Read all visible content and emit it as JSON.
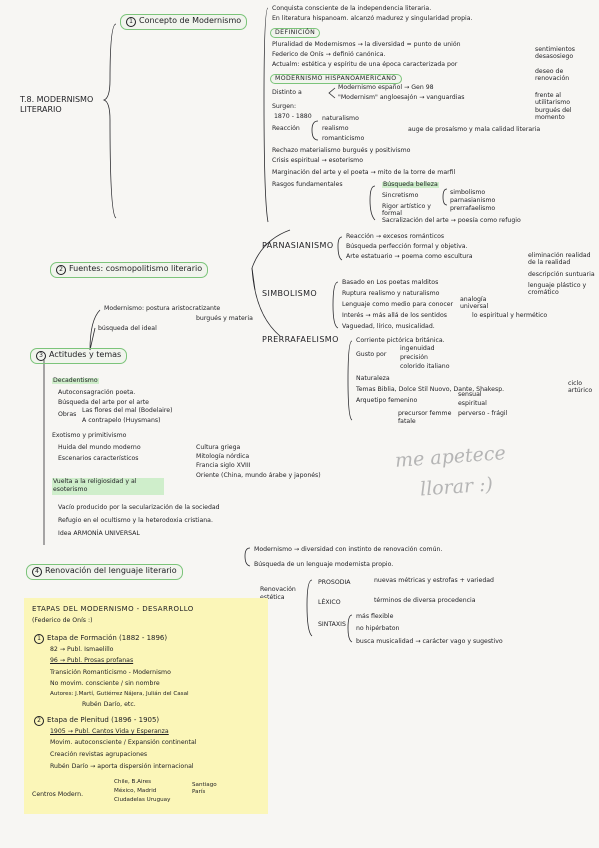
{
  "main_title": "T.8. MODERNISMO LITERARIO",
  "s1": {
    "num": "1",
    "title": "Concepto de Modernismo",
    "b1": "Conquista consciente de la independencia literaria.",
    "b2": "En literatura hispanoam. alcanzó madurez y singularidad propia.",
    "def_label": "DEFINICIÓN",
    "def1": "Pluralidad de Modernismos → la diversidad = punto de unión",
    "def2": "Federico de Onís → definió canónica.",
    "def3": "Actualm: estética y espíritu de una época caracterizada por",
    "side1": "sentimientos desasosiego",
    "side2": "deseo de renovación",
    "side3": "frente al utilitarismo burgués del momento",
    "hisp_label": "MODERNISMO HISPANOAMERICANO",
    "h1": "Distinto a",
    "h1a": "Modernismo español → Gen 98",
    "h1b": "\"Modernism\" angloesajón → vanguardias",
    "h2": "Surgen:",
    "h2b": "1870 - 1880",
    "h3a": "naturalismo",
    "h3b": "realismo",
    "h3c": "romanticismo",
    "h3": "Reacción",
    "h3d": "auge de prosaísmo y mala calidad literaria",
    "h4": "Rechazo materialismo burgués y positivismo",
    "h5": "Crisis espiritual → esoterismo",
    "h6": "Marginación del arte y el poeta → mito de la torre de marfil",
    "rasgos": "Rasgos fundamentales",
    "r1": "Búsqueda belleza",
    "r2": "Sincretismo",
    "r2a": "simbolismo",
    "r2b": "parnasianismo",
    "r2c": "prerrafaelismo",
    "r3": "Rigor artístico y formal",
    "r4": "Sacralización del arte → poesía como refugio"
  },
  "s2": {
    "num": "2",
    "title": "Fuentes: cosmopolitismo literario",
    "parn": "PARNASIANISMO",
    "p1": "Reacción → excesos románticos",
    "p2": "Búsqueda perfección formal y objetiva.",
    "p3": "Arte estatuario → poema como escultura",
    "p3a": "eliminación realidad de la realidad",
    "p3b": "descripción suntuaria",
    "p3c": "lenguaje plástico y cromático",
    "simb": "SIMBOLISMO",
    "sb1": "Basado en Los poetas malditos",
    "sb2": "Ruptura realismo y naturalismo",
    "sb3": "Lenguaje como medio para conocer",
    "sb3a": "analogía universal",
    "sb4": "Interés → más allá de los sentidos",
    "sb4a": "lo espiritual y hermético",
    "sb5": "Vaguedad, lírico, musicalidad.",
    "prerr": "PRERRAFAELISMO",
    "pr1": "Corriente pictórica británica.",
    "pr2": "Gusto por",
    "pr2a": "ingenuidad",
    "pr2b": "precisión",
    "pr2c": "colorido italiano",
    "pr3": "Naturaleza",
    "pr4": "Temas Biblia, Dolce Stil Nuovo, Dante, Shakesp.",
    "pr4a": "ciclo artúrico",
    "pr5": "Arquetipo femenino",
    "pr5a": "sensual",
    "pr5b": "espiritual",
    "pr5c": "perverso - frágil",
    "pr5d": "precursor femme fatale"
  },
  "s3": {
    "num": "3",
    "title": "Actitudes y temas",
    "m1": "Modernismo: postura aristocratizante",
    "m1b": "burgués y materia",
    "m2": "búsqueda del ideal",
    "dec": "Decadentismo",
    "d1": "Autoconsagración poeta.",
    "d2": "Búsqueda del arte por el arte",
    "d3": "Obras",
    "d3a": "Las flores del mal (Bodelaire)",
    "d3b": "A contrapelo (Huysmans)",
    "exo": "Exotismo y primitivismo",
    "e1": "Huida del mundo moderno",
    "e2": "Escenarios característicos",
    "e2a": "Cultura griega",
    "e2b": "Mitología nórdica",
    "e2c": "Francia siglo XVIII",
    "e2d": "Oriente (China, mundo árabe y japonés)",
    "vuelta": "Vuelta a la religiosidad y al esoterismo",
    "v1": "Vacío producido por la secularización de la sociedad",
    "v2": "Refugio en el ocultismo y la heterodoxia cristiana.",
    "v3": "Idea ARMONÍA UNIVERSAL"
  },
  "s4": {
    "num": "4",
    "title": "Renovación del lenguaje literario",
    "l1": "Modernismo → diversidad con instinto de renovación común.",
    "l2": "Búsqueda de un lenguaje modernista propio.",
    "ren": "Renovación estética",
    "rp": "PROSODIA",
    "rp1": "nuevas métricas y estrofas + variedad",
    "rl": "LÉXICO",
    "rl1": "términos de diversa procedencia",
    "rs": "SINTAXIS",
    "rs1": "más flexible",
    "rs2": "no hipérbaton",
    "rs3": "busca musicalidad → carácter vago y sugestivo"
  },
  "signature": {
    "l1": "me apetece",
    "l2": "llorar :)"
  },
  "etapas": {
    "title": "ETAPAS DEL MODERNISMO - DESARROLLO",
    "sub": "(Federico de Onís :)",
    "e1n": "1",
    "e1": "Etapa de Formación (1882 - 1896)",
    "e1a": "82 → Publ. Ismaelillo",
    "e1b": "96 → Publ. Prosas profanas",
    "e1c": "Transición Romanticismo - Modernismo",
    "e1d": "No movim. consciente / sin nombre",
    "e1e": "Autores: J.Martí, Gutiérrez Nájera, Julián del Casal",
    "e1f": "Rubén Darío, etc.",
    "e2n": "2",
    "e2": "Etapa de Plenitud (1896 - 1905)",
    "e2a": "1905 → Publ. Cantos Vida y Esperanza",
    "e2b": "Movim. autoconsciente / Expansión continental",
    "e2c": "Creación revistas agrupaciones",
    "e2d": "Rubén Darío → aporta dispersión internacional",
    "e2e": "Centros Modern.",
    "e2f": "Chile, B.Aires",
    "e2g": "México, Madrid",
    "e2h": "Ciudadelas Uruguay",
    "e2i": "Santiago París"
  }
}
